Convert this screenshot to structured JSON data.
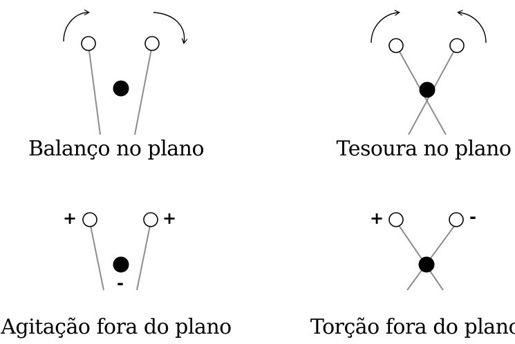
{
  "diagram": {
    "panels": [
      {
        "id": "in-plane-rocking",
        "caption": "Balanço no plano",
        "left_sign": "",
        "right_sign": "",
        "carbon_sign": "",
        "motion": "rocking-arrows"
      },
      {
        "id": "in-plane-scissoring",
        "caption": "Tesoura no plano",
        "left_sign": "",
        "right_sign": "",
        "carbon_sign": "",
        "motion": "scissoring-arrows"
      },
      {
        "id": "out-of-plane-wagging",
        "caption": "Agitação fora do plano",
        "left_sign": "+",
        "right_sign": "+",
        "carbon_sign": "-",
        "motion": "none"
      },
      {
        "id": "out-of-plane-twisting",
        "caption": "Torção fora do plano",
        "left_sign": "+",
        "right_sign": "-",
        "carbon_sign": "",
        "motion": "none"
      }
    ]
  }
}
